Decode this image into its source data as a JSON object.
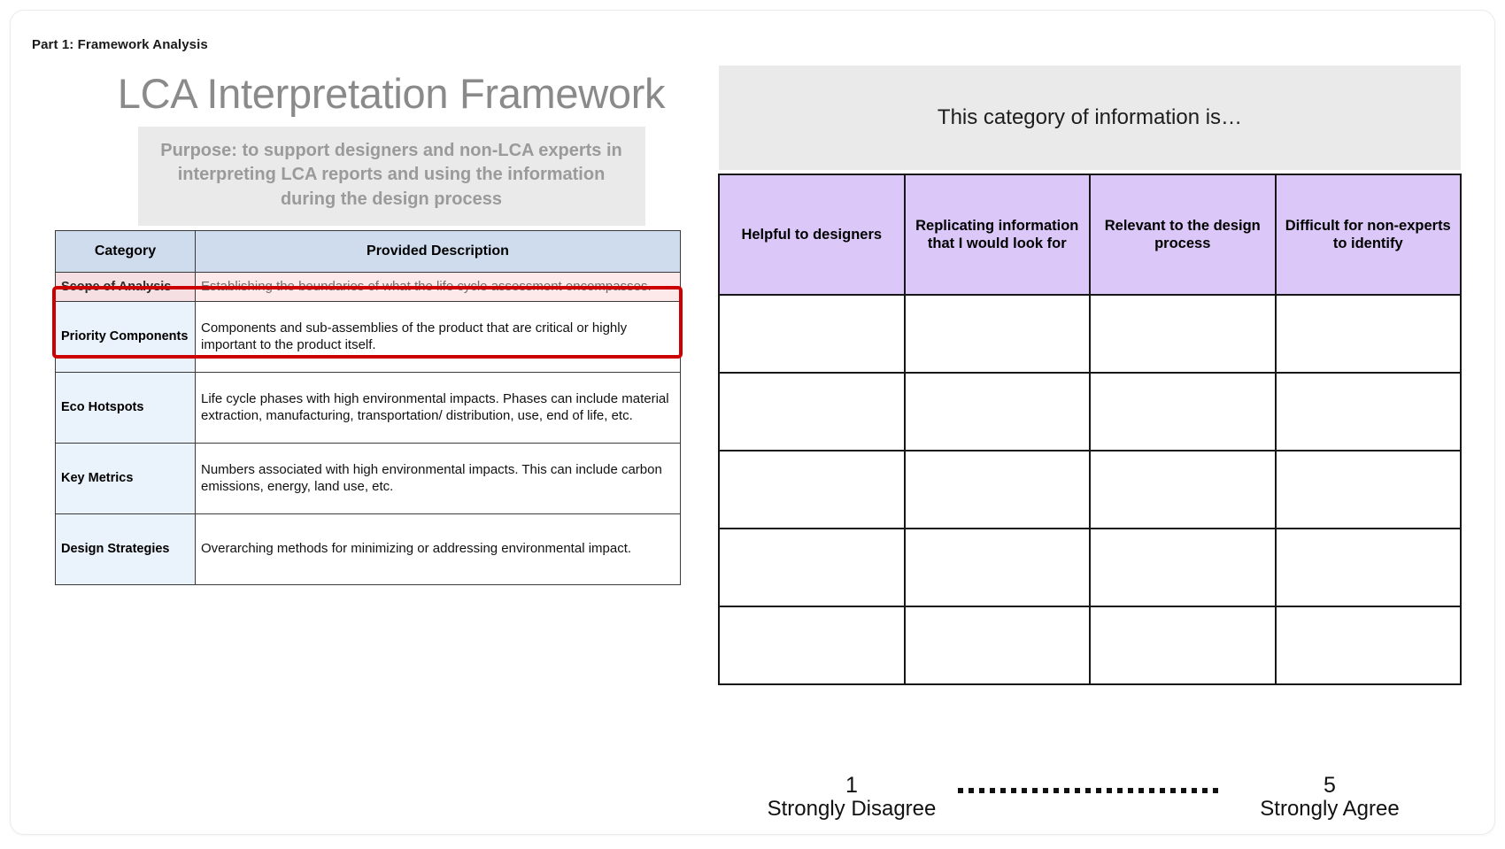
{
  "part_label": "Part 1: Framework Analysis",
  "framework": {
    "title": "LCA Interpretation Framework",
    "purpose": "Purpose: to support designers and non-LCA experts in interpreting LCA reports and using the information during the design process",
    "columns": [
      "Category",
      "Provided Description"
    ],
    "rows": [
      {
        "category": "Scope of Analysis",
        "description": "Establishing the boundaries of what the life cycle assessment encompasses.",
        "highlighted": true
      },
      {
        "category": "Priority Components",
        "description": "Components and sub-assemblies of the product that are critical or highly important to the product itself.",
        "highlighted": false
      },
      {
        "category": "Eco Hotspots",
        "description": "Life cycle phases with high environmental impacts. Phases can include material extraction, manufacturing, transportation/ distribution, use, end of life, etc.",
        "highlighted": false
      },
      {
        "category": "Key Metrics",
        "description": "Numbers associated with high environmental impacts. This can include carbon emissions, energy, land use, etc.",
        "highlighted": false
      },
      {
        "category": "Design Strategies",
        "description": "Overarching methods for minimizing or addressing environmental impact.",
        "highlighted": false
      }
    ]
  },
  "survey": {
    "banner": "This category of information is…",
    "columns": [
      "Helpful to designers",
      "Replicating information that I would look for",
      "Relevant to the design process",
      "Difficult for non-experts to identify"
    ],
    "row_count": 5,
    "legend": {
      "min_value": "1",
      "min_label": "Strongly Disagree",
      "max_value": "5",
      "max_label": "Strongly Agree"
    }
  },
  "colors": {
    "header_blue": "#cfdcee",
    "cell_blue": "#eaf2fb",
    "highlight_pink": "#fde8ea",
    "highlight_border": "#cc0000",
    "purple": "#dcc8f8",
    "banner_gray": "#eaeaea",
    "title_gray": "#8a8a8a"
  }
}
